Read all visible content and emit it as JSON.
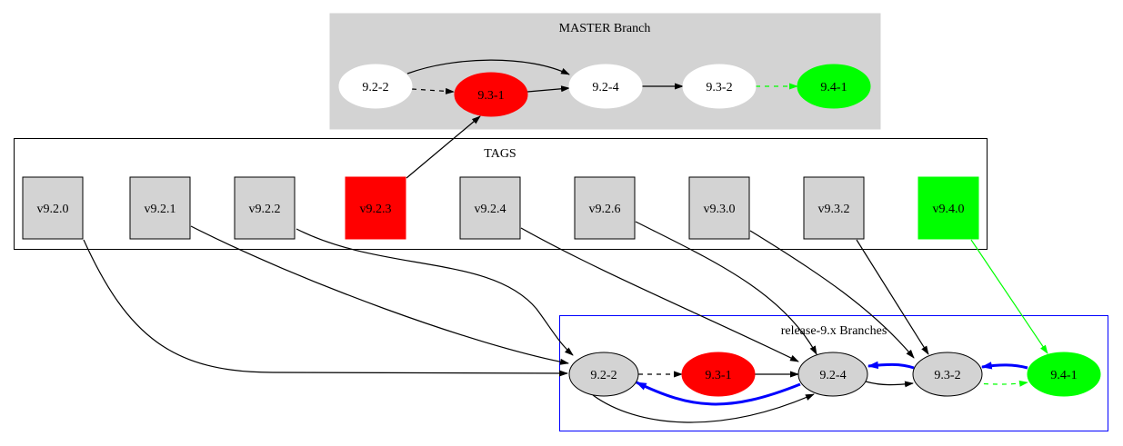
{
  "clusters": {
    "master": {
      "label": "MASTER Branch",
      "fill": "#d3d3d3",
      "stroke": "#d3d3d3"
    },
    "tags": {
      "label": "TAGS",
      "fill": "#ffffff",
      "stroke": "#000000"
    },
    "release": {
      "label": "release-9.x Branches",
      "fill": "#ffffff",
      "stroke": "#0000ff"
    }
  },
  "master_nodes": [
    {
      "id": "m_922",
      "label": "9.2-2",
      "fill": "#ffffff"
    },
    {
      "id": "m_931",
      "label": "9.3-1",
      "fill": "#ff0000"
    },
    {
      "id": "m_924",
      "label": "9.2-4",
      "fill": "#ffffff"
    },
    {
      "id": "m_932",
      "label": "9.3-2",
      "fill": "#ffffff"
    },
    {
      "id": "m_941",
      "label": "9.4-1",
      "fill": "#00ff00"
    }
  ],
  "tag_nodes": [
    {
      "id": "t_920",
      "label": "v9.2.0",
      "fill": "#d3d3d3"
    },
    {
      "id": "t_921",
      "label": "v9.2.1",
      "fill": "#d3d3d3"
    },
    {
      "id": "t_922",
      "label": "v9.2.2",
      "fill": "#d3d3d3"
    },
    {
      "id": "t_923",
      "label": "v9.2.3",
      "fill": "#ff0000"
    },
    {
      "id": "t_924",
      "label": "v9.2.4",
      "fill": "#d3d3d3"
    },
    {
      "id": "t_926",
      "label": "v9.2.6",
      "fill": "#d3d3d3"
    },
    {
      "id": "t_930",
      "label": "v9.3.0",
      "fill": "#d3d3d3"
    },
    {
      "id": "t_932",
      "label": "v9.3.2",
      "fill": "#d3d3d3"
    },
    {
      "id": "t_940",
      "label": "v9.4.0",
      "fill": "#00ff00"
    }
  ],
  "release_nodes": [
    {
      "id": "r_922",
      "label": "9.2-2",
      "fill": "#d3d3d3"
    },
    {
      "id": "r_931",
      "label": "9.3-1",
      "fill": "#ff0000"
    },
    {
      "id": "r_924",
      "label": "9.2-4",
      "fill": "#d3d3d3"
    },
    {
      "id": "r_932",
      "label": "9.3-2",
      "fill": "#d3d3d3"
    },
    {
      "id": "r_941",
      "label": "9.4-1",
      "fill": "#00ff00"
    }
  ],
  "edges": [
    {
      "from": "m_922",
      "to": "m_924",
      "style": "solid",
      "color": "#000000"
    },
    {
      "from": "m_922",
      "to": "m_931",
      "style": "dashed",
      "color": "#000000"
    },
    {
      "from": "m_931",
      "to": "m_924",
      "style": "solid",
      "color": "#000000"
    },
    {
      "from": "m_924",
      "to": "m_932",
      "style": "solid",
      "color": "#000000"
    },
    {
      "from": "m_932",
      "to": "m_941",
      "style": "dashed",
      "color": "#00ff00"
    },
    {
      "from": "t_923",
      "to": "m_931",
      "style": "solid",
      "color": "#000000"
    },
    {
      "from": "t_920",
      "to": "r_922",
      "style": "solid",
      "color": "#000000"
    },
    {
      "from": "t_921",
      "to": "r_922",
      "style": "solid",
      "color": "#000000"
    },
    {
      "from": "t_922",
      "to": "r_922",
      "style": "solid",
      "color": "#000000"
    },
    {
      "from": "t_924",
      "to": "r_924",
      "style": "solid",
      "color": "#000000"
    },
    {
      "from": "t_926",
      "to": "r_924",
      "style": "solid",
      "color": "#000000"
    },
    {
      "from": "t_930",
      "to": "r_932",
      "style": "solid",
      "color": "#000000"
    },
    {
      "from": "t_932",
      "to": "r_932",
      "style": "solid",
      "color": "#000000"
    },
    {
      "from": "t_940",
      "to": "r_941",
      "style": "solid",
      "color": "#00ff00"
    },
    {
      "from": "r_922",
      "to": "r_931",
      "style": "dashed",
      "color": "#000000"
    },
    {
      "from": "r_931",
      "to": "r_924",
      "style": "solid",
      "color": "#000000"
    },
    {
      "from": "r_922",
      "to": "r_924",
      "style": "solid",
      "color": "#000000"
    },
    {
      "from": "r_924",
      "to": "r_932",
      "style": "solid",
      "color": "#000000"
    },
    {
      "from": "r_924",
      "to": "r_922",
      "style": "bold",
      "color": "#0000ff"
    },
    {
      "from": "r_932",
      "to": "r_924",
      "style": "bold",
      "color": "#0000ff"
    },
    {
      "from": "r_941",
      "to": "r_932",
      "style": "bold",
      "color": "#0000ff"
    },
    {
      "from": "r_932",
      "to": "r_941",
      "style": "dashed",
      "color": "#00ff00"
    }
  ]
}
